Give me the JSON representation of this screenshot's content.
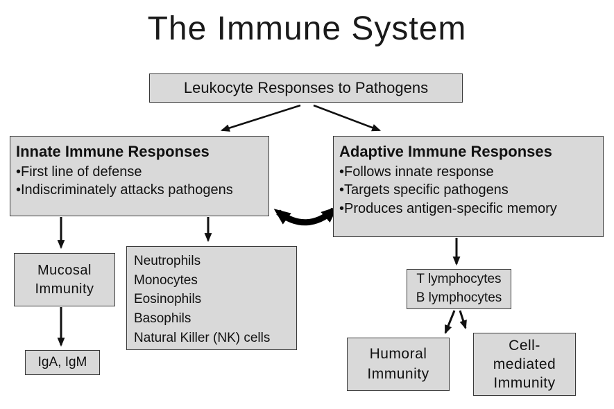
{
  "title": "The Immune System",
  "root": {
    "label": "Leukocyte Responses to Pathogens"
  },
  "innate": {
    "title": "Innate Immune Responses",
    "bullets": [
      "•First line of defense",
      "•Indiscriminately attacks pathogens"
    ]
  },
  "adaptive": {
    "title": "Adaptive Immune Responses",
    "bullets": [
      "•Follows innate response",
      "•Targets specific pathogens",
      "•Produces antigen-specific memory"
    ]
  },
  "mucosal": {
    "lines": [
      "Mucosal",
      "Immunity"
    ]
  },
  "leukocytes": {
    "lines": [
      "Neutrophils",
      "Monocytes",
      "Eosinophils",
      "Basophils",
      "Natural Killer (NK) cells"
    ]
  },
  "iga": {
    "label": "IgA, IgM"
  },
  "lymphocytes": {
    "lines": [
      "T lymphocytes",
      "B lymphocytes"
    ]
  },
  "humoral": {
    "lines": [
      "Humoral",
      "Immunity"
    ]
  },
  "cell_mediated": {
    "lines": [
      "Cell-",
      "mediated",
      "Immunity"
    ]
  }
}
